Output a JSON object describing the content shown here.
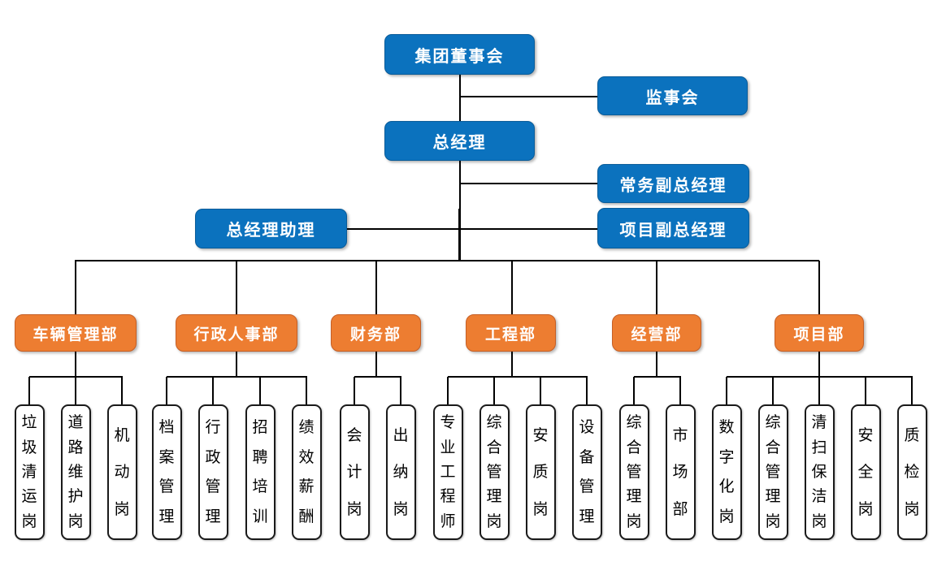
{
  "org_chart": {
    "top": {
      "board": "集团董事会",
      "supervisory": "监事会",
      "general_manager": "总经理",
      "executive_deputy_gm": "常务副总经理",
      "gm_assistant": "总经理助理",
      "project_deputy_gm": "项目副总经理"
    },
    "departments": [
      {
        "label": "车辆管理部",
        "children": [
          "垃圾清运岗",
          "道路维护岗",
          "机动岗"
        ]
      },
      {
        "label": "行政人事部",
        "children": [
          "档案管理",
          "行政管理",
          "招聘培训",
          "绩效薪酬"
        ]
      },
      {
        "label": "财务部",
        "children": [
          "会计岗",
          "出纳岗"
        ]
      },
      {
        "label": "工程部",
        "children": [
          "专业工程师",
          "综合管理岗",
          "安质岗",
          "设备管理"
        ]
      },
      {
        "label": "经营部",
        "children": [
          "综合管理岗",
          "市场部"
        ]
      },
      {
        "label": "项目部",
        "children": [
          "数字化岗",
          "综合管理岗",
          "清扫保洁岗",
          "安全岗",
          "质检岗"
        ]
      }
    ],
    "colors": {
      "primary_blue": "#0B72BE",
      "accent_orange": "#ED7D31",
      "connector_black": "#000000",
      "post_border": "#1A1A1A"
    }
  }
}
